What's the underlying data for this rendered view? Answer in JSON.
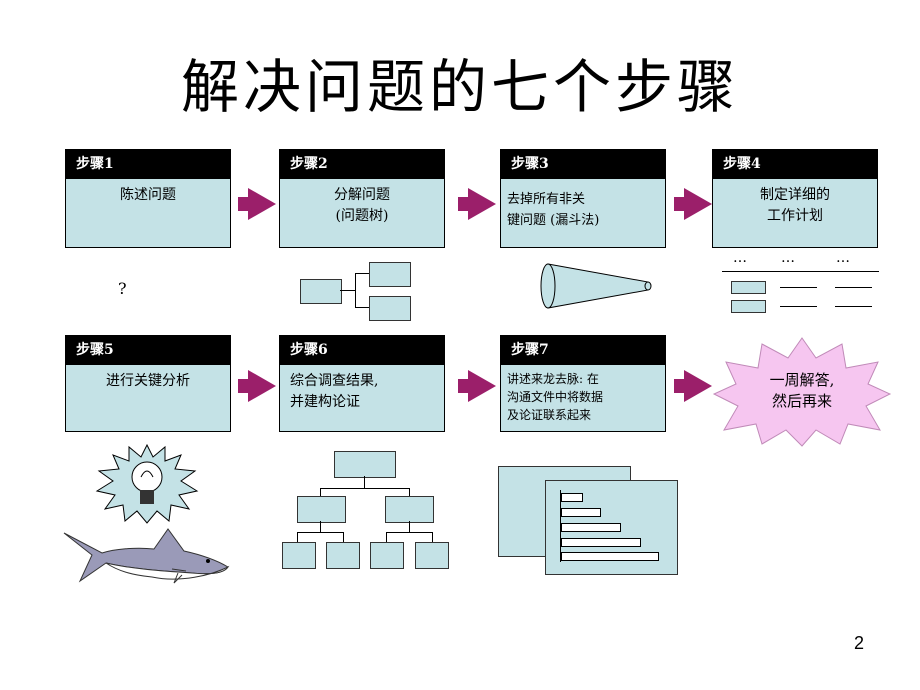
{
  "title": "解决问题的七个步骤",
  "steps": [
    {
      "header": "步骤1",
      "text": "陈述问题"
    },
    {
      "header": "步骤2",
      "text": "分解问题\n(问题树)"
    },
    {
      "header": "步骤3",
      "text": "去掉所有非关\n键问题 (漏斗法)"
    },
    {
      "header": "步骤4",
      "text": "制定详细的\n工作计划"
    },
    {
      "header": "步骤5",
      "text": "进行关键分析"
    },
    {
      "header": "步骤6",
      "text": "综合调查结果,\n并建构论证"
    },
    {
      "header": "步骤7",
      "text": "讲述来龙去脉: 在\n沟通文件中将数据\n及论证联系起来"
    }
  ],
  "question_mark": "?",
  "plan_dots": [
    "…",
    "…",
    "…"
  ],
  "star_text": "一周解答,\n然后再来",
  "page_number": "2",
  "colors": {
    "box": "#c4e2e6",
    "arrow": "#9b1f6a",
    "star": "#f6c6f0"
  }
}
